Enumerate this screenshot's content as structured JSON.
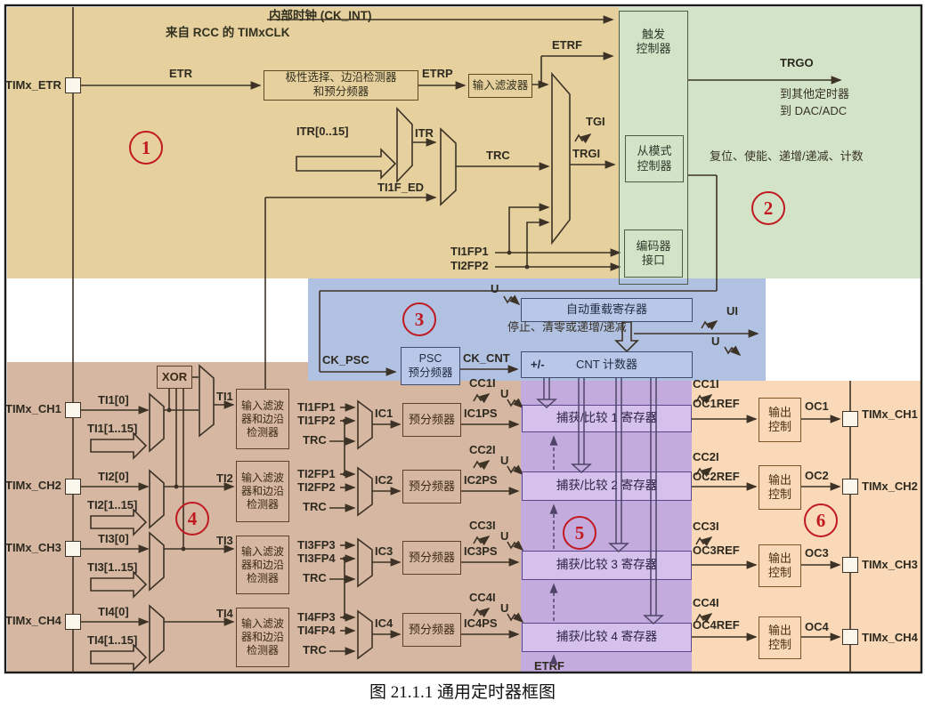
{
  "caption": "图 21.1.1 通用定时器框图",
  "colors": {
    "region_input": "#e5d09e",
    "region_trigger": "#d2e3c8",
    "region_timebase": "#b0c1e2",
    "region_capture_in": "#d5b7a2",
    "region_capture_reg": "#c4abdd",
    "region_output": "#f9d9b8",
    "badge_red": "#c11920",
    "line": "#3d3226"
  },
  "badges": {
    "b1": "1",
    "b2": "2",
    "b3": "3",
    "b4": "4",
    "b5": "5",
    "b6": "6"
  },
  "top": {
    "ck_int": "内部时钟 (CK_INT)",
    "from_rcc": "来自 RCC 的 TIMxCLK",
    "pin_etr": "TIMx_ETR",
    "etr": "ETR",
    "polarity1": "极性选择、边沿检测器",
    "polarity2": "和预分频器",
    "etrp": "ETRP",
    "input_filter": "输入滤波器",
    "etrf": "ETRF",
    "itr_bus": "ITR[0..15]",
    "itr": "ITR",
    "ti1f_ed": "TI1F_ED",
    "trc": "TRC",
    "tgi": "TGI",
    "trgi": "TRGI",
    "ti1fp1": "TI1FP1",
    "ti2fp2": "TI2FP2"
  },
  "trigger": {
    "box1": "触发",
    "box2": "控制器",
    "trgo": "TRGO",
    "dest1": "到其他定时器",
    "dest2": "到 DAC/ADC",
    "slave1": "从模式",
    "slave2": "控制器",
    "slave_out": "复位、使能、递增/递减、计数",
    "encoder1": "编码器",
    "encoder2": "接口"
  },
  "timebase": {
    "u": "U",
    "ui": "UI",
    "auto_reload": "自动重载寄存器",
    "stop_clear": "停止、清零或递增/递减",
    "ck_psc": "CK_PSC",
    "psc1": "PSC",
    "psc2": "预分频器",
    "ck_cnt": "CK_CNT",
    "plus_minus": "+/-",
    "cnt": "CNT 计数器"
  },
  "channels": {
    "xor": "XOR",
    "filter1": "输入滤波",
    "filter2": "器和边沿",
    "filter3": "检测器",
    "prescaler": "预分频器",
    "u": "U",
    "rows": [
      {
        "pin": "TIMx_CH1",
        "t0": "TI1[0]",
        "tbus": "TI1[1..15]",
        "ti": "TI1",
        "fpa": "TI1FP1",
        "fpb": "TI1FP2",
        "trc": "TRC",
        "ic": "IC1",
        "icps": "IC1PS",
        "cci": "CC1I"
      },
      {
        "pin": "TIMx_CH2",
        "t0": "TI2[0]",
        "tbus": "TI2[1..15]",
        "ti": "TI2",
        "fpa": "TI2FP1",
        "fpb": "TI2FP2",
        "trc": "TRC",
        "ic": "IC2",
        "icps": "IC2PS",
        "cci": "CC2I"
      },
      {
        "pin": "TIMx_CH3",
        "t0": "TI3[0]",
        "tbus": "TI3[1..15]",
        "ti": "TI3",
        "fpa": "TI3FP3",
        "fpb": "TI3FP4",
        "trc": "TRC",
        "ic": "IC3",
        "icps": "IC3PS",
        "cci": "CC3I"
      },
      {
        "pin": "TIMx_CH4",
        "t0": "TI4[0]",
        "tbus": "TI4[1..15]",
        "ti": "TI4",
        "fpa": "TI4FP3",
        "fpb": "TI4FP4",
        "trc": "TRC",
        "ic": "IC4",
        "icps": "IC4PS",
        "cci": "CC4I"
      }
    ]
  },
  "capture": {
    "etrf": "ETRF",
    "rows": [
      "捕获/比较 1 寄存器",
      "捕获/比较 2 寄存器",
      "捕获/比较 3 寄存器",
      "捕获/比较 4 寄存器"
    ]
  },
  "output": {
    "box1": "输出",
    "box2": "控制",
    "rows": [
      {
        "cci": "CC1I",
        "ref": "OC1REF",
        "oc": "OC1",
        "pin": "TIMx_CH1"
      },
      {
        "cci": "CC2I",
        "ref": "OC2REF",
        "oc": "OC2",
        "pin": "TIMx_CH2"
      },
      {
        "cci": "CC3I",
        "ref": "OC3REF",
        "oc": "OC3",
        "pin": "TIMx_CH3"
      },
      {
        "cci": "CC4I",
        "ref": "OC4REF",
        "oc": "OC4",
        "pin": "TIMx_CH4"
      }
    ]
  }
}
